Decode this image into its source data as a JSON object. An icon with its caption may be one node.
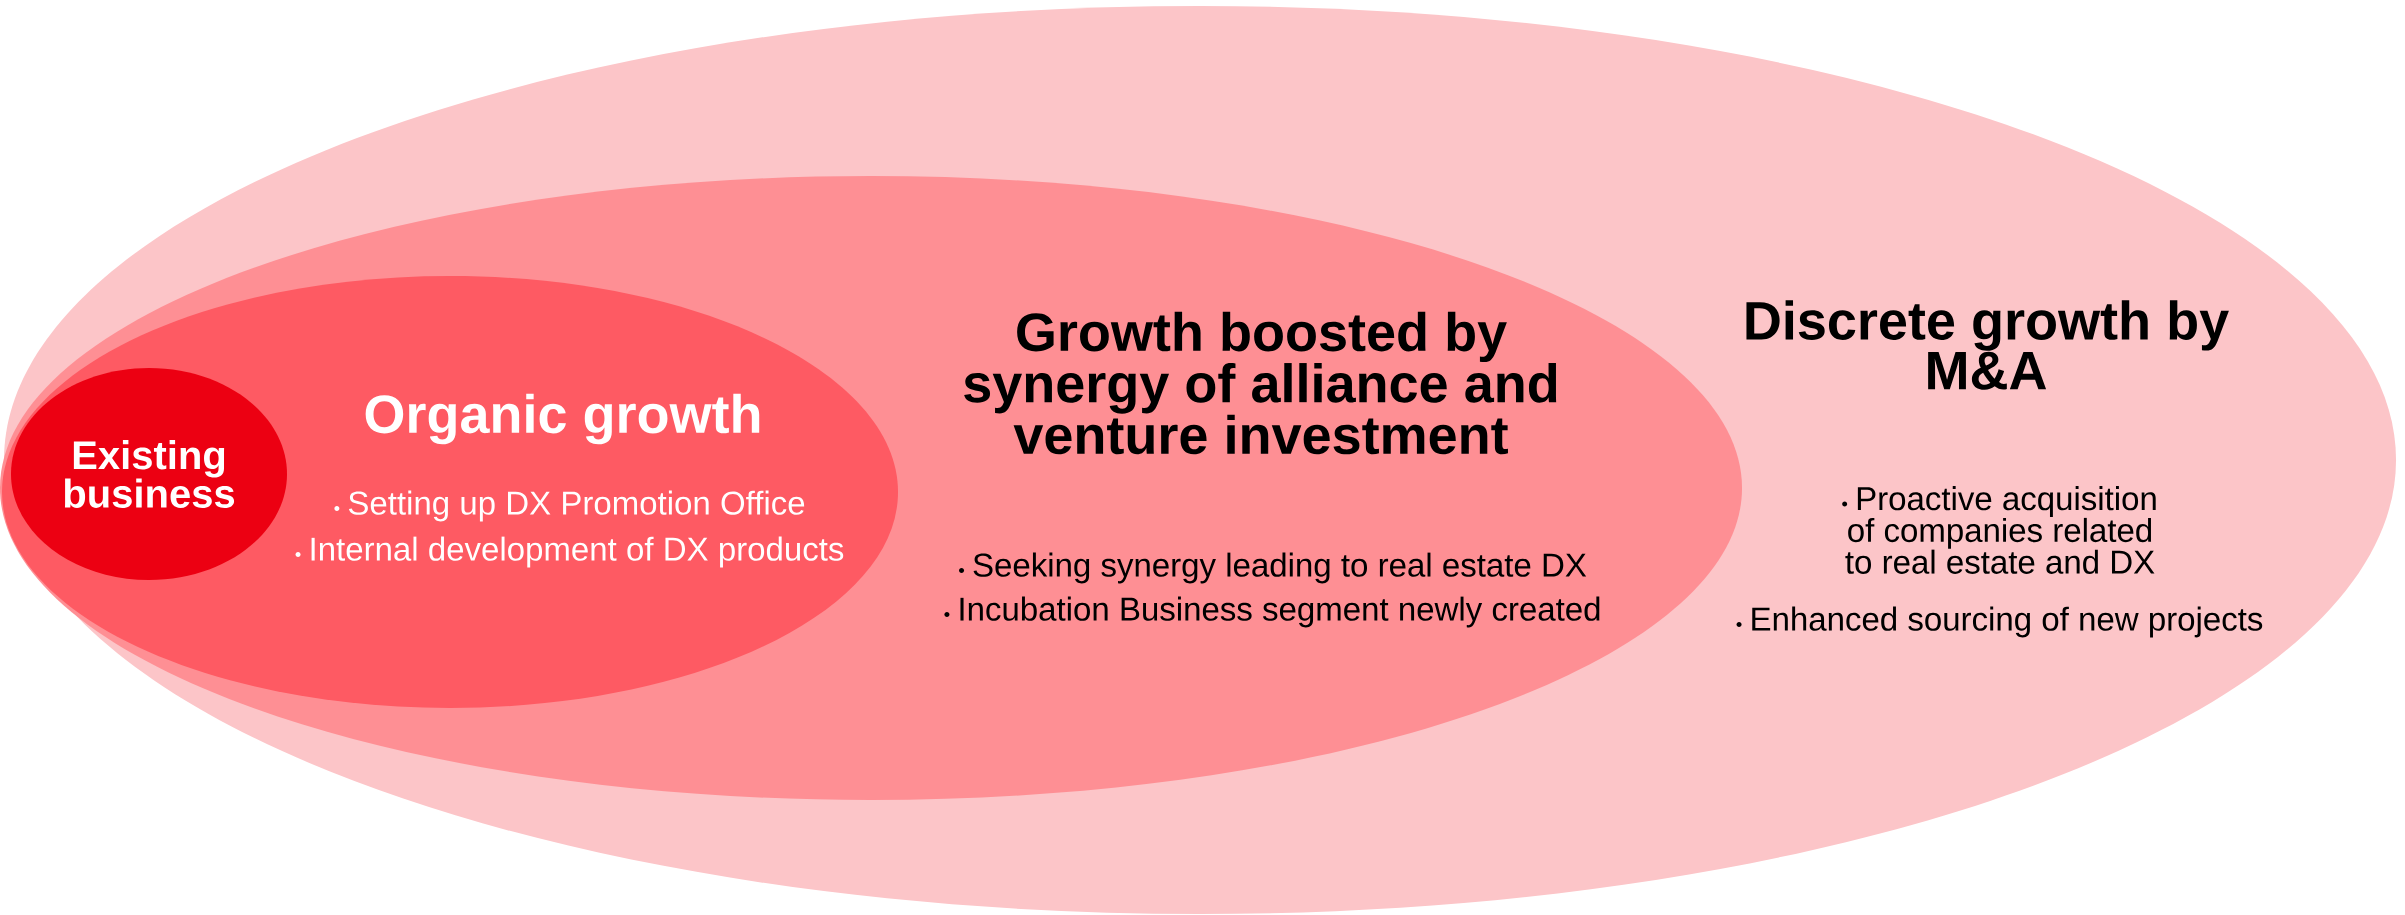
{
  "diagram": {
    "nodes": [
      {
        "text": [
          "Discrete growth by M&A",
          "Proactive acquisition of companies related to real estate and DX",
          "Enhanced sourcing of new projects"
        ]
      },
      {
        "text": [
          "Growth boosted by synergy of alliance and venture investment",
          "Seeking synergy leading to real estate DX",
          "Incubation Business segment newly created"
        ],
        "in": 0
      },
      {
        "text": [
          "Organic growth",
          "Setting up DX Promotion Office",
          "Internal development of DX products"
        ],
        "in": 1
      },
      {
        "text": [
          "Existing business"
        ],
        "in": 2
      }
    ]
  }
}
